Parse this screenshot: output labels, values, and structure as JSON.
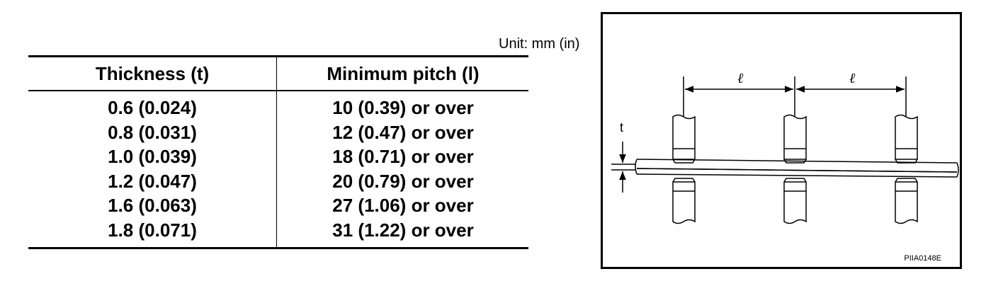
{
  "unit_label": "Unit: mm (in)",
  "table": {
    "headers": [
      "Thickness (t)",
      "Minimum pitch (l)"
    ],
    "rows": [
      {
        "thickness": "0.6 (0.024)",
        "pitch": "10 (0.39) or over"
      },
      {
        "thickness": "0.8 (0.031)",
        "pitch": "12 (0.47) or over"
      },
      {
        "thickness": "1.0 (0.039)",
        "pitch": "18 (0.71) or over"
      },
      {
        "thickness": "1.2 (0.047)",
        "pitch": "20 (0.79) or over"
      },
      {
        "thickness": "1.6 (0.063)",
        "pitch": "27 (1.06) or over"
      },
      {
        "thickness": "1.8 (0.071)",
        "pitch": "31 (1.22) or over"
      }
    ]
  },
  "diagram": {
    "pitch_label_1": "ℓ",
    "pitch_label_2": "ℓ",
    "thickness_label": "t",
    "figure_code": "PIIA0148E"
  }
}
